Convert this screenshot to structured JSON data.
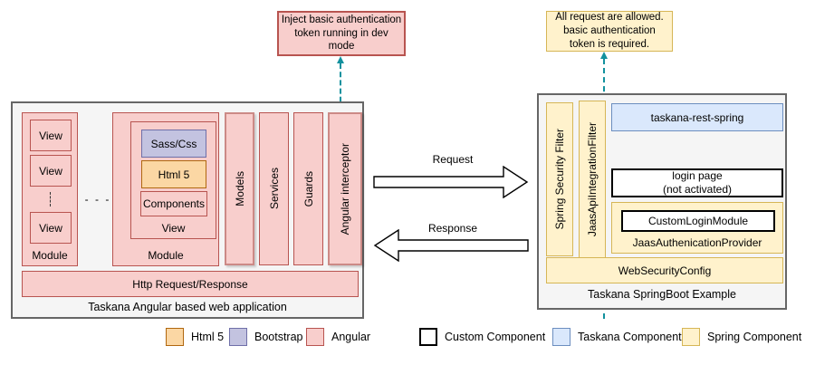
{
  "diagram": {
    "callout_left": "Inject basic authentication\ntoken running in dev\nmode",
    "callout_right": "All request are allowed.\nbasic authentication\ntoken is required.",
    "request_label": "Request",
    "response_label": "Response"
  },
  "angular_app": {
    "title": "Taskana Angular based web application",
    "module1": {
      "label": "Module",
      "views": [
        "View",
        "View",
        "View"
      ]
    },
    "separator": "- - -",
    "module2": {
      "label": "Module",
      "view": {
        "label": "View",
        "sass": "Sass/Css",
        "html5": "Html 5",
        "components": "Components"
      }
    },
    "columns": [
      "Models",
      "Services",
      "Guards",
      "Angular interceptor"
    ],
    "http_bar": "Http Request/Response"
  },
  "springboot": {
    "title": "Taskana SpringBoot Example",
    "filter1": "Spring Security Filter",
    "filter2": "JaasApiIntegrationFilter",
    "rest": "taskana-rest-spring",
    "login_page": "login page\n(not activated)",
    "custom_login_module": "CustomLoginModule",
    "auth_provider": "JaasAuthenicationProvider",
    "web_security_config": "WebSecurityConfig"
  },
  "legend": {
    "items": [
      {
        "label": "Html 5",
        "fill": "#fbd7a4",
        "stroke": "#b0670f"
      },
      {
        "label": "Bootstrap",
        "fill": "#c3c3e0",
        "stroke": "#6f6fa8"
      },
      {
        "label": "Angular",
        "fill": "#f8cecc",
        "stroke": "#b85450"
      },
      {
        "label": "Custom Component",
        "fill": "#ffffff",
        "stroke": "#000000"
      },
      {
        "label": "Taskana Component",
        "fill": "#dae8fc",
        "stroke": "#6c8ebf"
      },
      {
        "label": "Spring Component",
        "fill": "#fff2cc",
        "stroke": "#d6b656"
      }
    ]
  },
  "colors": {
    "angular_fill": "#f8cecc",
    "angular_stroke": "#b85450",
    "spring_fill": "#fff2cc",
    "spring_stroke": "#d6b656",
    "taskana_fill": "#dae8fc",
    "taskana_stroke": "#6c8ebf",
    "custom_stroke": "#000000",
    "frame_fill": "#f5f5f5",
    "frame_stroke": "#666666",
    "dashed_connector": "#12919e"
  }
}
